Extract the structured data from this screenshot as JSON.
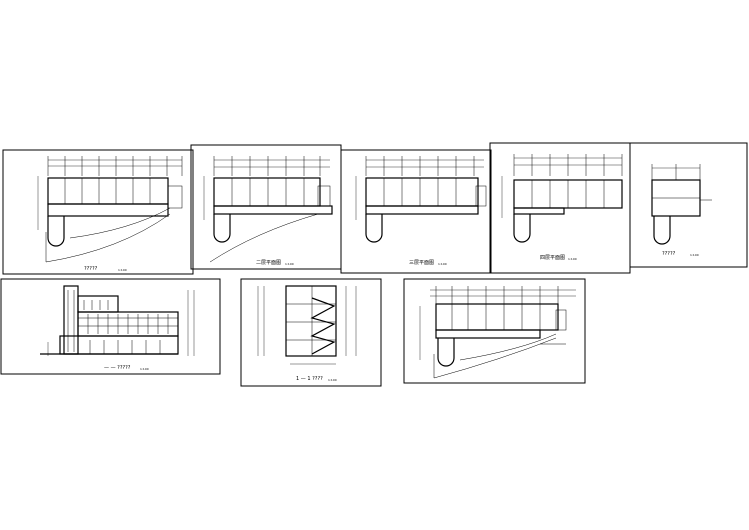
{
  "captions": {
    "plan1": "?????",
    "plan1_scale": "1:100",
    "plan2": "二层平面图",
    "plan2_scale": "1:100",
    "plan3": "三层平面图",
    "plan3_scale": "1:100",
    "plan4": "四层平面图",
    "plan4_scale": "1:100",
    "roof": "?????",
    "roof_scale": "1:100",
    "elev": "— — ?????",
    "elev_scale": "1:100",
    "section": "1 — 1 ????",
    "section_scale": "1:100"
  },
  "colors": {
    "line": "#000000",
    "paper": "#ffffff"
  }
}
